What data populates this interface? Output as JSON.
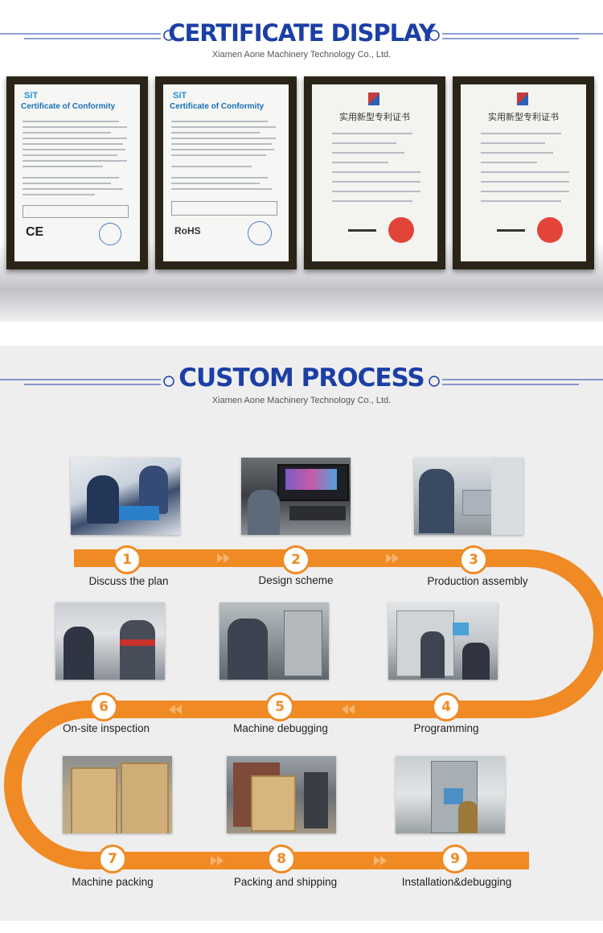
{
  "certificate_section": {
    "title": "CERTIFICATE DISPLAY",
    "subtitle": "Xiamen Aone Machinery Technology Co., Ltd.",
    "certificates": [
      {
        "logo": "SiT",
        "title": "Certificate of Conformity",
        "mark": "CE"
      },
      {
        "logo": "SiT",
        "title": "Certificate of Conformity",
        "mark": "RoHS"
      },
      {
        "title": "实用新型专利证书"
      },
      {
        "title": "实用新型专利证书"
      }
    ]
  },
  "process_section": {
    "title": "CUSTOM PROCESS",
    "subtitle": "Xiamen Aone Machinery Technology Co., Ltd.",
    "accent_color": "#f08a24",
    "steps": [
      {
        "number": "1",
        "label": "Discuss the plan"
      },
      {
        "number": "2",
        "label": "Design scheme"
      },
      {
        "number": "3",
        "label": "Production assembly"
      },
      {
        "number": "4",
        "label": "Programming"
      },
      {
        "number": "5",
        "label": "Machine debugging"
      },
      {
        "number": "6",
        "label": "On-site inspection"
      },
      {
        "number": "7",
        "label": "Machine packing"
      },
      {
        "number": "8",
        "label": "Packing and shipping"
      },
      {
        "number": "9",
        "label": "Installation&debugging"
      }
    ]
  }
}
